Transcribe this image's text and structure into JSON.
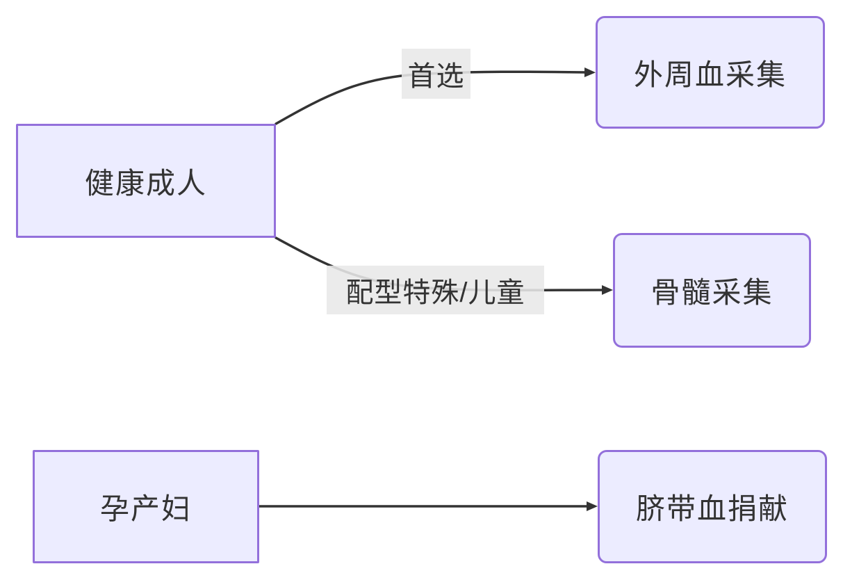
{
  "diagram": {
    "type": "flowchart",
    "direction": "left-to-right",
    "nodes": [
      {
        "id": "healthy-adult",
        "label": "健康成人",
        "shape": "rectangle"
      },
      {
        "id": "peripheral-blood",
        "label": "外周血采集",
        "shape": "rounded"
      },
      {
        "id": "bone-marrow",
        "label": "骨髓采集",
        "shape": "rounded"
      },
      {
        "id": "pregnant-woman",
        "label": "孕产妇",
        "shape": "rectangle"
      },
      {
        "id": "cord-blood",
        "label": "脐带血捐献",
        "shape": "rounded"
      }
    ],
    "edges": [
      {
        "from": "健康成人",
        "to": "外周血采集",
        "label": "首选",
        "arrow": true
      },
      {
        "from": "健康成人",
        "to": "骨髓采集",
        "label": "配型特殊/儿童",
        "arrow": true
      },
      {
        "from": "孕产妇",
        "to": "脐带血捐献",
        "label": "",
        "arrow": true
      }
    ],
    "colors": {
      "node_fill": "#ECECFF",
      "node_border": "#9370DB",
      "edge_line": "#333333",
      "edge_label_bg": "#e8e8e8",
      "text": "#333333",
      "background": "#ffffff"
    }
  }
}
